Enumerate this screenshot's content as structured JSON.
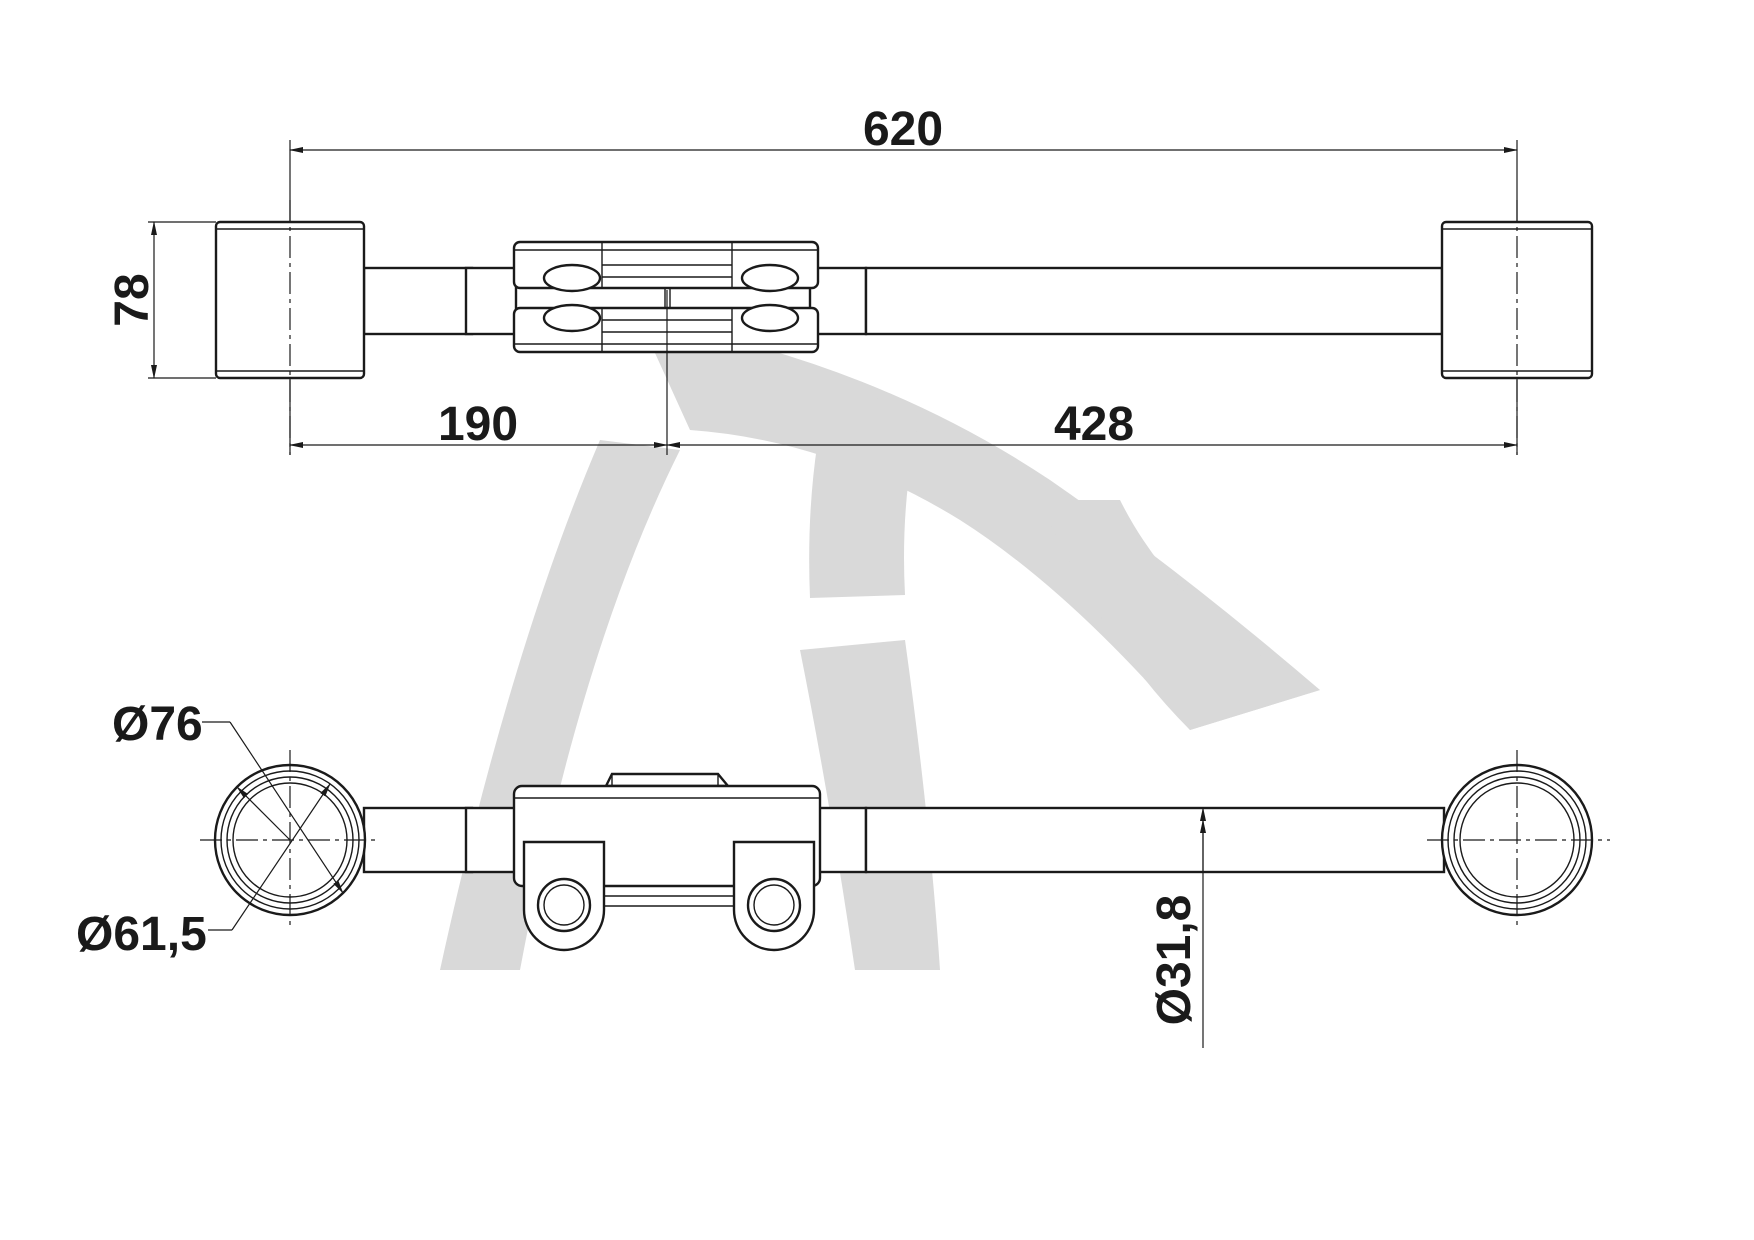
{
  "dimensions": {
    "overall_length": "620",
    "bushing_width": "78",
    "left_to_clamp": "190",
    "clamp_to_right": "428",
    "bushing_outer_diameter": "Ø76",
    "bushing_inner_diameter": "Ø61,5",
    "tube_diameter": "Ø31,8"
  },
  "colors": {
    "line": "#1a1a1a",
    "watermark": "#d9d9d9",
    "background": "#ffffff"
  }
}
